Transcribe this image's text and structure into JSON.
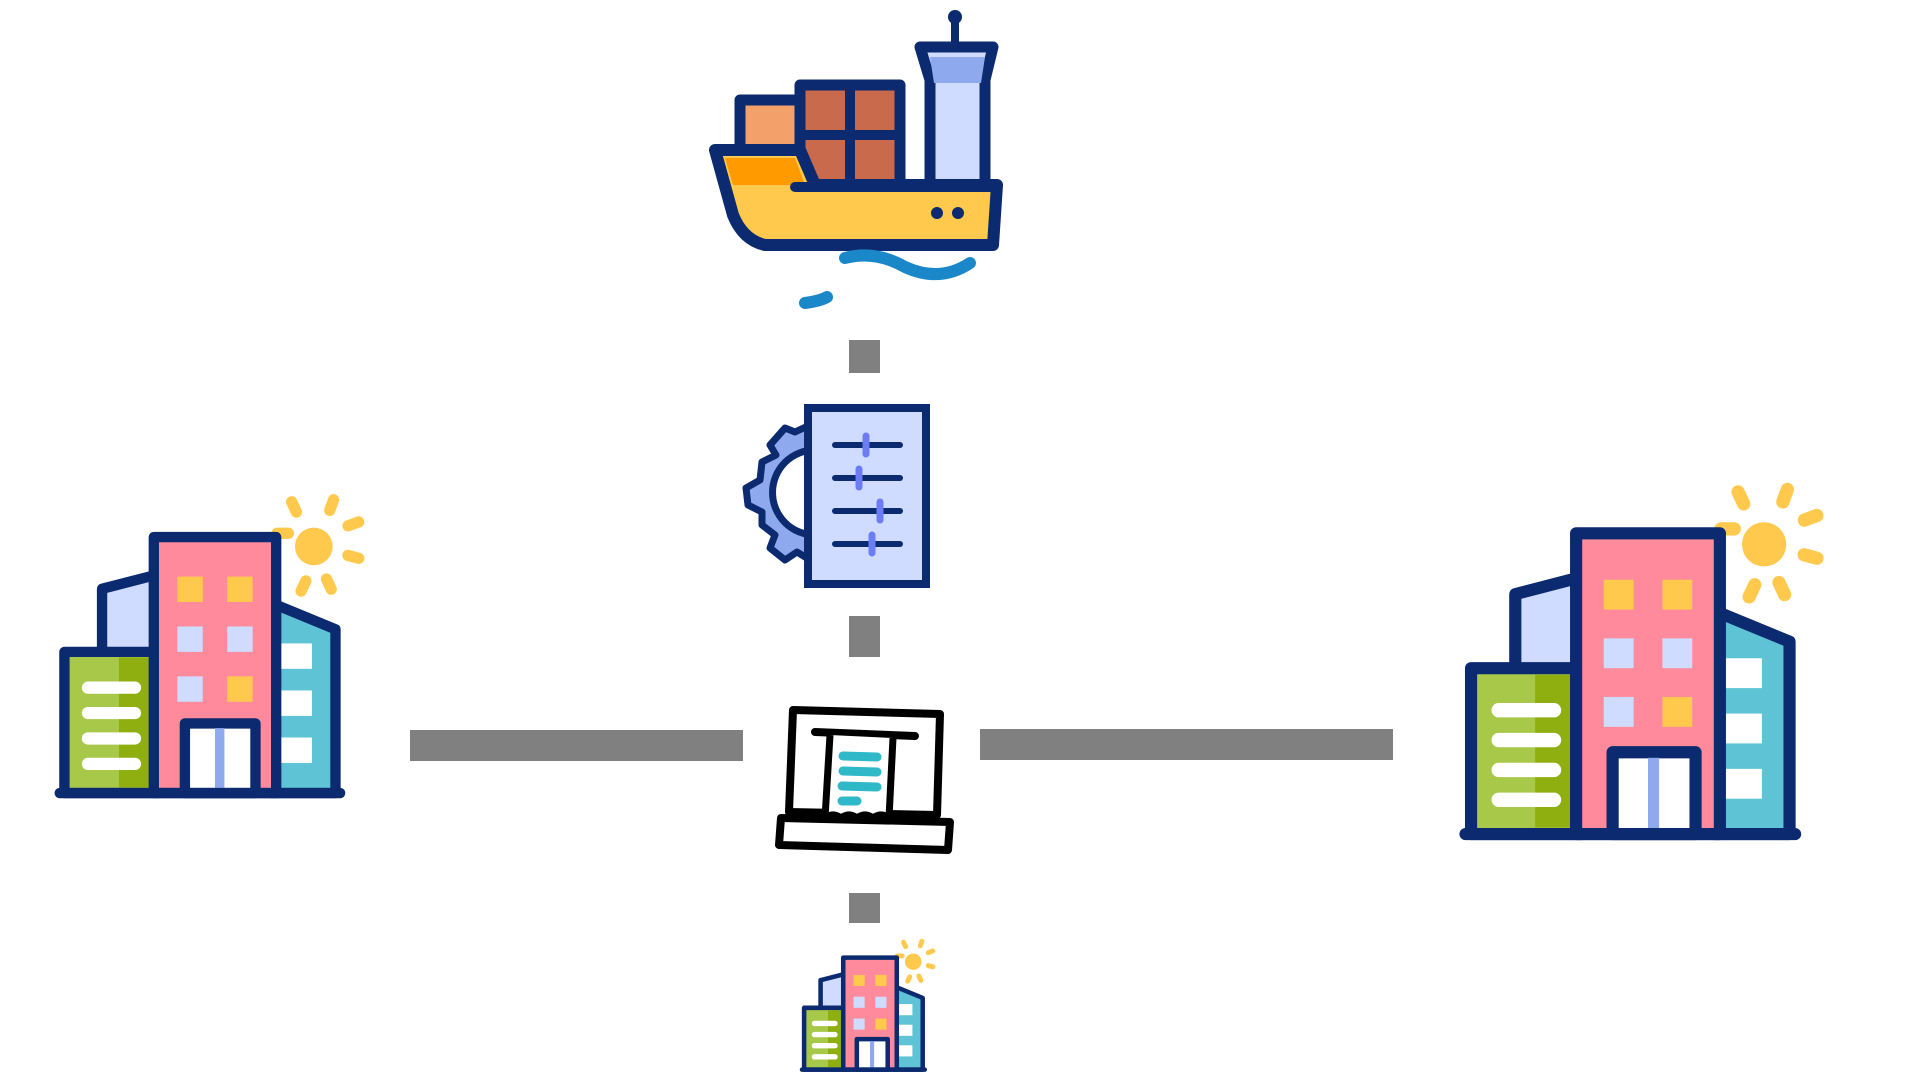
{
  "diagram": {
    "title": "",
    "nodes": [
      {
        "id": "ship",
        "icon": "cargo-ship-icon",
        "label": ""
      },
      {
        "id": "settings",
        "icon": "settings-document-icon",
        "label": ""
      },
      {
        "id": "laptop",
        "icon": "laptop-receipt-icon",
        "label": ""
      },
      {
        "id": "left-building",
        "icon": "office-building-icon",
        "label": ""
      },
      {
        "id": "right-building",
        "icon": "office-building-icon",
        "label": ""
      },
      {
        "id": "small-building",
        "icon": "office-building-icon",
        "label": ""
      }
    ],
    "edges": [
      {
        "from": "ship",
        "to": "settings",
        "style": "dashed"
      },
      {
        "from": "settings",
        "to": "laptop",
        "style": "dashed"
      },
      {
        "from": "laptop",
        "to": "small-building",
        "style": "dashed"
      },
      {
        "from": "left-building",
        "to": "laptop",
        "style": "solid"
      },
      {
        "from": "laptop",
        "to": "right-building",
        "style": "solid"
      }
    ],
    "colors": {
      "connector": "#808080",
      "outline": "#0b2a6f",
      "hull": "#ffc94d",
      "bow": "#ff9a00",
      "container_dark": "#b8583f",
      "container_light": "#f4a06a",
      "tower": "#d0dcff",
      "water": "#1a87c8",
      "pink": "#ff8a9c",
      "green": "#a8c84a",
      "teal": "#5ec3d4",
      "sun": "#ffc94d",
      "receipt_lines": "#2fb8c8"
    }
  }
}
